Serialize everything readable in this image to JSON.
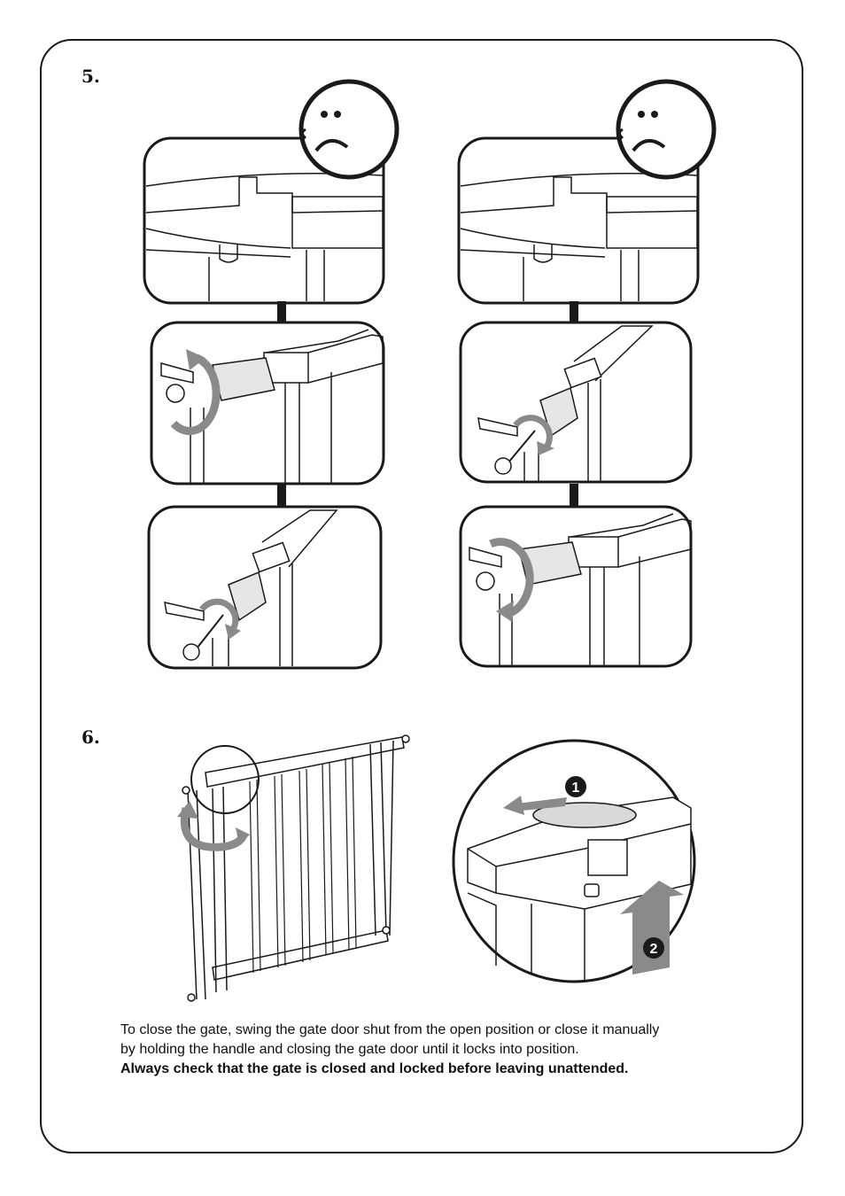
{
  "steps": {
    "step5": {
      "number": "5."
    },
    "step6": {
      "number": "6."
    }
  },
  "icons": {
    "sad_face": "sad-face-icon",
    "down_arrow": "down-arrow-icon",
    "rotate_arrow": "rotate-arrow-icon",
    "push_arrow": "push-arrow-icon"
  },
  "callouts": {
    "one": "1",
    "two": "2"
  },
  "caption": {
    "line1": "To close the gate, swing the gate door shut from the open position or close it manually",
    "line2": "by holding the handle and closing the gate door until it locks into position.",
    "warning": "Always check that the gate is closed and locked before leaving unattended."
  },
  "colors": {
    "line": "#1a1a1a",
    "arrow_gray": "#8a8a8a",
    "fill_gray": "#d9d9d9"
  }
}
